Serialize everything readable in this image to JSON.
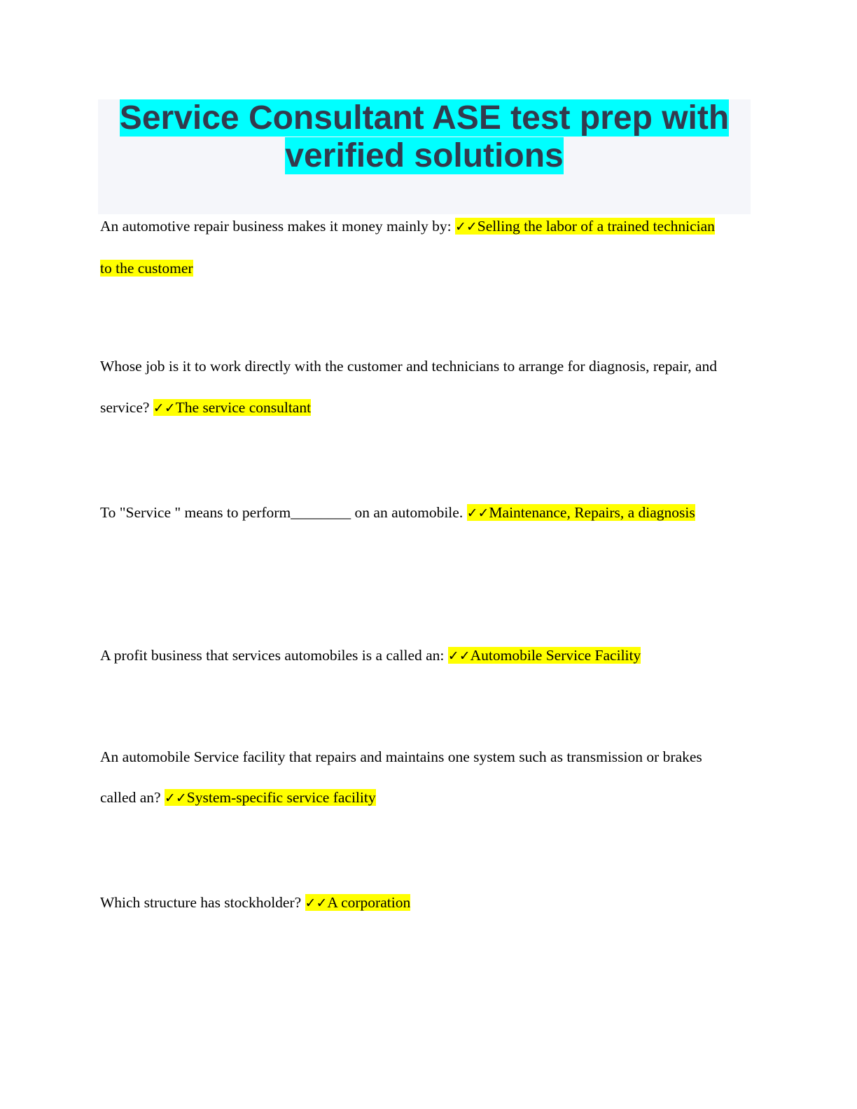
{
  "title": "Service Consultant ASE test prep with verified solutions",
  "check_icon": "✓✓",
  "highlight_color": "#ffff00",
  "title_highlight_color": "#00ffff",
  "questions": [
    {
      "question": "An automotive repair business makes it money mainly by: ",
      "answer": "Selling the labor of a trained technician to the customer"
    },
    {
      "question": "Whose job is it to work directly with the customer and technicians to arrange for diagnosis, repair, and service? ",
      "answer": "The service consultant"
    },
    {
      "question": "To \"Service \" means to perform________ on an automobile. ",
      "answer": "Maintenance, Repairs, a diagnosis"
    },
    {
      "question": "A profit business that services automobiles is a called an: ",
      "answer": "Automobile Service Facility"
    },
    {
      "question": "An automobile Service facility that repairs and maintains one system such as transmission or brakes called an? ",
      "answer": "System-specific service facility"
    },
    {
      "question": "Which structure has stockholder? ",
      "answer": "A corporation"
    }
  ]
}
